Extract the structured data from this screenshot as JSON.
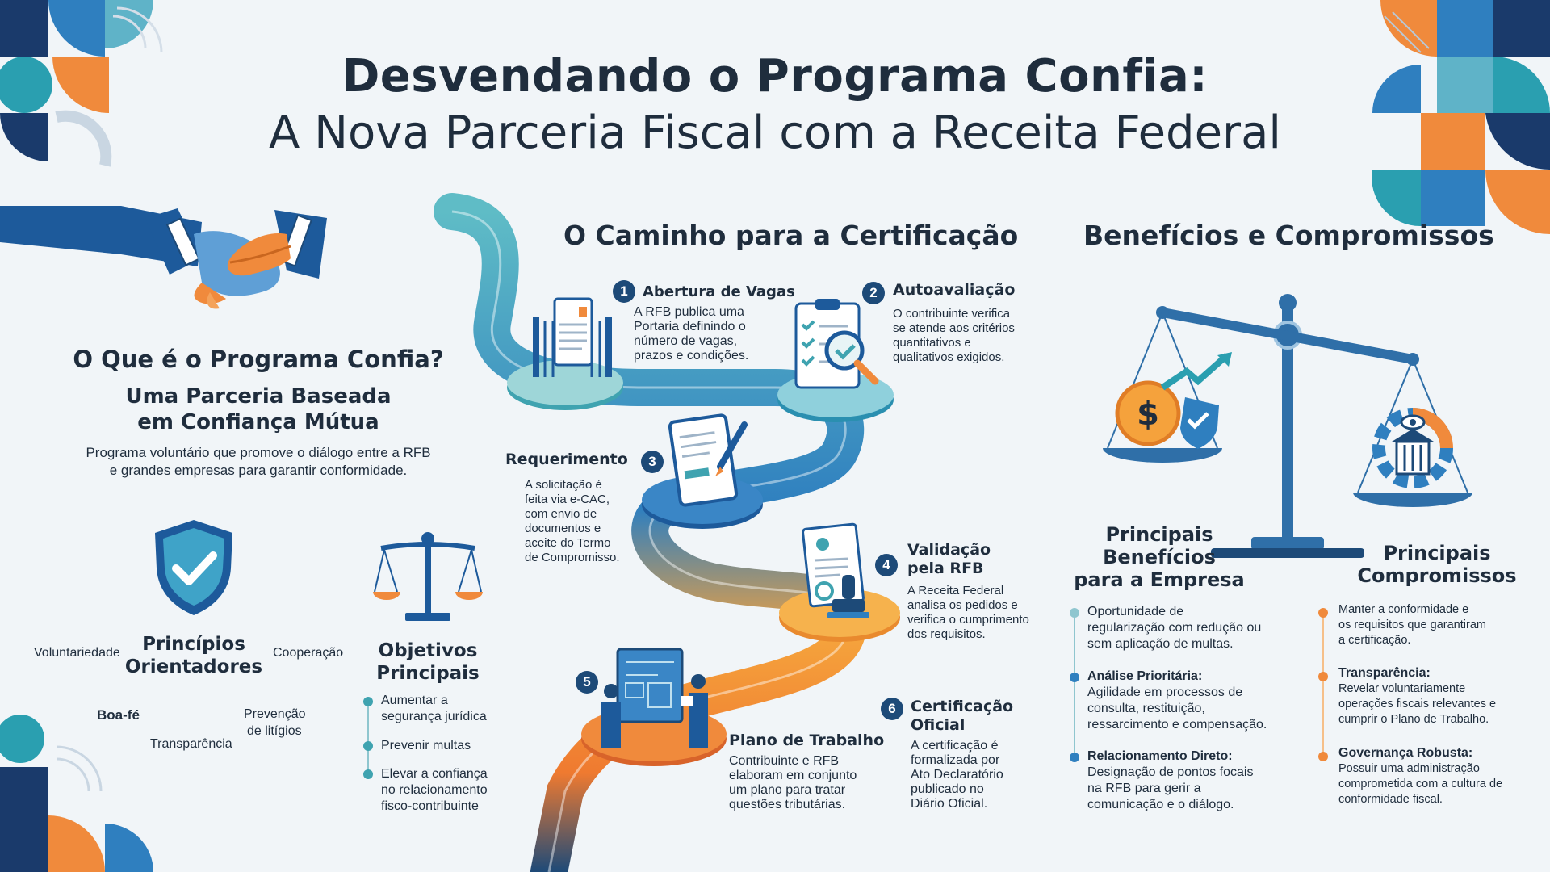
{
  "title": {
    "line1": "Desvendando o Programa Confia:",
    "line2": "A Nova Parceria Fiscal com a Receita Federal"
  },
  "left": {
    "question": "O Que é o Programa Confia?",
    "subtitle_line1": "Uma Parceria Baseada",
    "subtitle_line2": "em Confiança Mútua",
    "description_line1": "Programa voluntário que promove o diálogo entre a RFB",
    "description_line2": "e grandes empresas para garantir conformidade.",
    "principles": {
      "title_line1": "Princípios",
      "title_line2": "Orientadores",
      "items": [
        "Voluntariedade",
        "Cooperação",
        "Boa-fé",
        "Transparência",
        "Prevenção",
        "de litígios"
      ]
    },
    "objectives": {
      "title_line1": "Objetivos",
      "title_line2": "Principais",
      "items": [
        {
          "line1": "Aumentar a",
          "line2": "segurança jurídica",
          "line3": ""
        },
        {
          "line1": "Prevenir multas",
          "line2": "",
          "line3": ""
        },
        {
          "line1": "Elevar a confiança",
          "line2": "no relacionamento",
          "line3": "fisco-contribuinte"
        }
      ]
    }
  },
  "path": {
    "heading": "O Caminho para a Certificação",
    "steps": [
      {
        "num": "1",
        "title": "Abertura de Vagas",
        "title2": "",
        "desc": [
          "A RFB publica uma",
          "Portaria definindo o",
          "número de vagas,",
          "prazos e condições."
        ]
      },
      {
        "num": "2",
        "title": "Autoavaliação",
        "title2": "",
        "desc": [
          "O contribuinte verifica",
          "se atende aos critérios",
          "quantitativos e",
          "qualitativos exigidos."
        ]
      },
      {
        "num": "3",
        "title": "Requerimento",
        "title2": "",
        "desc": [
          "A solicitação é",
          "feita via e-CAC,",
          "com envio de",
          "documentos e",
          "aceite do Termo",
          "de Compromisso."
        ]
      },
      {
        "num": "4",
        "title": "Validação",
        "title2": "pela RFB",
        "desc": [
          "A Receita Federal",
          "analisa os pedidos e",
          "verifica o cumprimento",
          "dos requisitos."
        ]
      },
      {
        "num": "5",
        "title": "Plano de Trabalho",
        "title2": "",
        "desc": [
          "Contribuinte e RFB",
          "elaboram em conjunto",
          "um plano para tratar",
          "questões tributárias."
        ]
      },
      {
        "num": "6",
        "title": "Certificação",
        "title2": "Oficial",
        "desc": [
          "A certificação é",
          "formalizada por",
          "Ato Declaratório",
          "publicado no",
          "Diário Oficial."
        ]
      }
    ]
  },
  "benefits": {
    "heading": "Benefícios e Compromissos",
    "benefits_title": [
      "Principais",
      "Benefícios",
      "para a Empresa"
    ],
    "benefits_items": [
      {
        "head": "",
        "lines": [
          "Oportunidade de",
          "regularização com redução ou",
          "sem aplicação de multas."
        ]
      },
      {
        "head": "Análise Prioritária:",
        "lines": [
          "Agilidade em processos de",
          "consulta, restituição,",
          "ressarcimento e compensação."
        ]
      },
      {
        "head": "Relacionamento Direto:",
        "lines": [
          "Designação de pontos focais",
          "na RFB para gerir a",
          "comunicação e o diálogo."
        ]
      }
    ],
    "commitments_title": [
      "Principais",
      "Compromissos"
    ],
    "commitments_items": [
      {
        "head": "",
        "lines": [
          "Manter a conformidade e",
          "os requisitos que garantiram",
          "a certificação."
        ]
      },
      {
        "head": "Transparência:",
        "lines": [
          "Revelar voluntariamente",
          "operações fiscais relevantes e",
          "cumprir o Plano de Trabalho."
        ]
      },
      {
        "head": "Governança Robusta:",
        "lines": [
          "Possuir uma administração",
          "comprometida com a cultura de",
          "conformidade fiscal."
        ]
      }
    ]
  },
  "icons": {
    "handshake": "handshake-icon",
    "shield": "shield-check-icon",
    "scales": "scales-icon",
    "coin": "dollar-coin-icon",
    "gear": "gear-eye-icon"
  },
  "colors": {
    "navy": "#1d4a78",
    "teal": "#3fa3b0",
    "orange": "#f08a3c",
    "text": "#1f2d3d"
  }
}
